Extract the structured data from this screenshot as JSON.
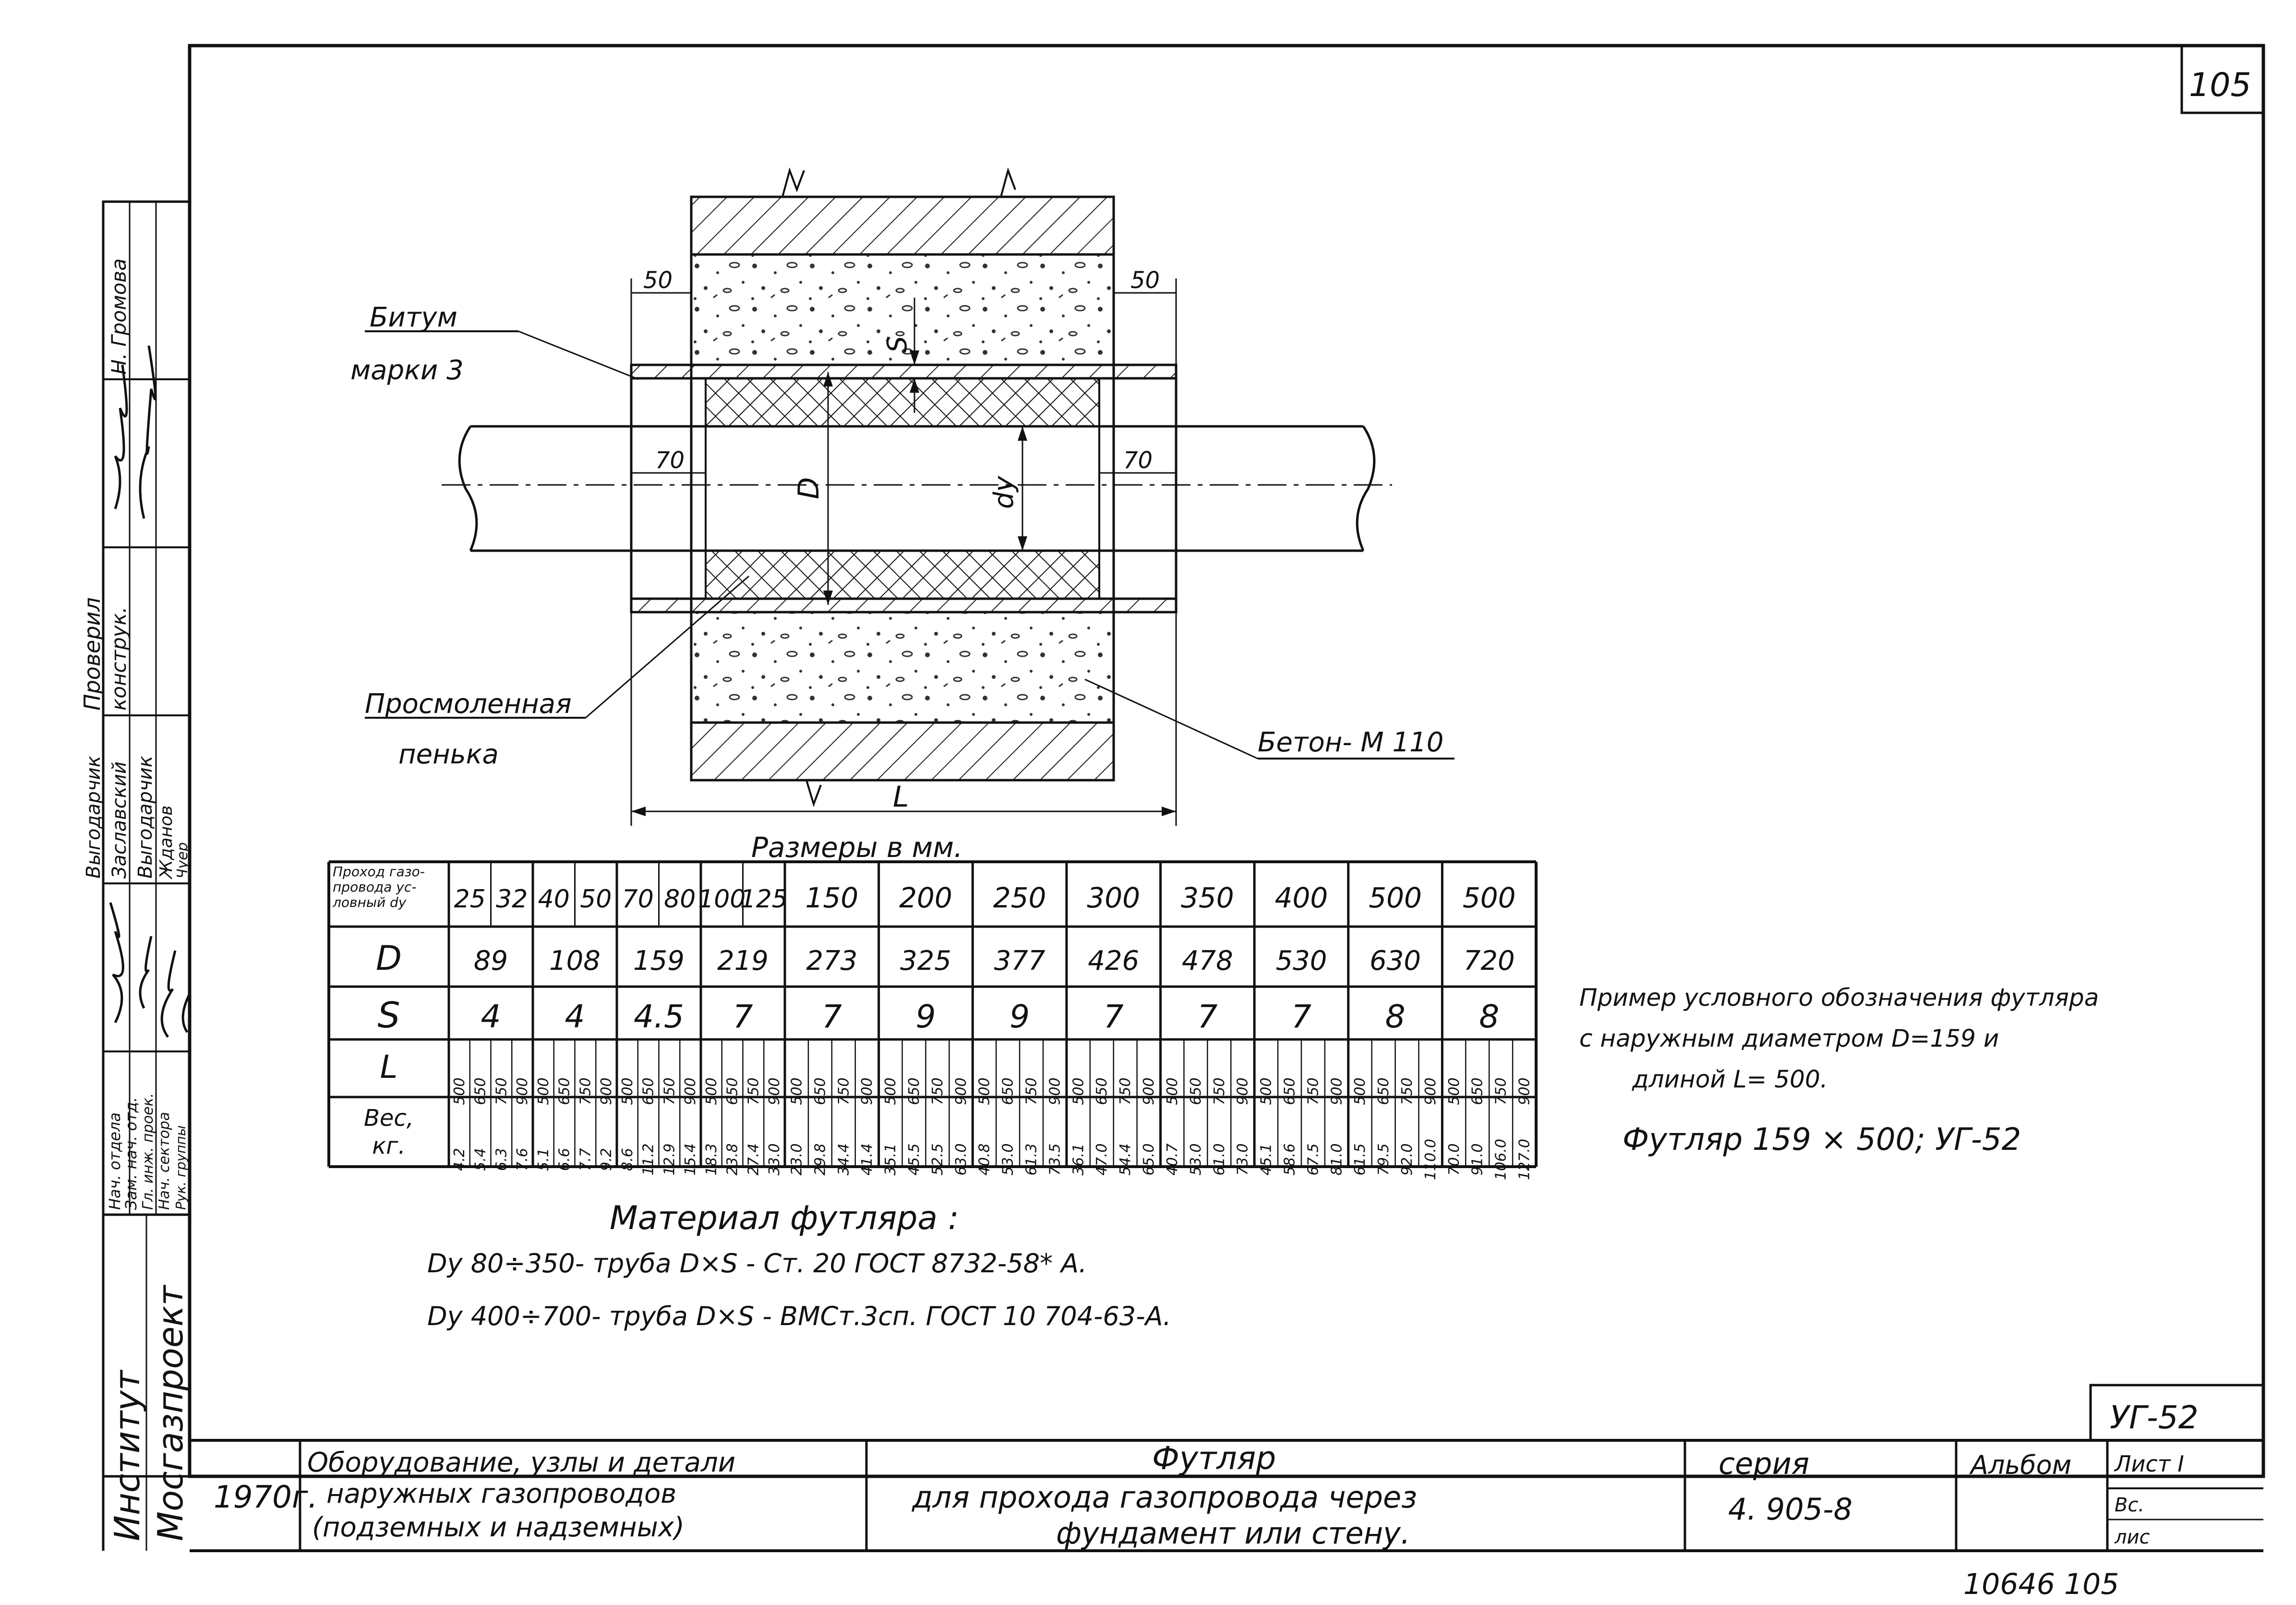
{
  "sheet_number": "105",
  "drawing_code": "УГ-52",
  "bottom_number": "10646  105",
  "labels": {
    "bitumen_1": "Битум",
    "bitumen_2": "марки 3",
    "tarred_1": "Просмоленная",
    "tarred_2": "пенька",
    "concrete": "Бетон- М 110",
    "dim_50": "50",
    "dim_70": "70",
    "dim_L": "L",
    "dim_D": "D",
    "dim_dy": "dy",
    "dim_S": "S",
    "sizes_note": "Размеры в мм."
  },
  "table": {
    "header_label": [
      "Проход газо-",
      "провода ус-",
      "ловный dy"
    ],
    "dy": [
      "25",
      "32",
      "40",
      "50",
      "70",
      "80",
      "100",
      "125",
      "150",
      "200",
      "250",
      "300",
      "350",
      "400",
      "500",
      "500"
    ],
    "D_symbol": "D",
    "S_symbol": "S",
    "L_symbol": "L",
    "weight_label": [
      "Вес,",
      "кг."
    ],
    "groups": [
      {
        "D": "89",
        "S": "4",
        "L": [
          "500",
          "650",
          "750",
          "900"
        ],
        "w": [
          "4.2",
          "5.4",
          "6.3",
          "7.6"
        ]
      },
      {
        "D": "108",
        "S": "4",
        "L": [
          "500",
          "650",
          "750",
          "900"
        ],
        "w": [
          "5.1",
          "6.6",
          "7.7",
          "9.2"
        ]
      },
      {
        "D": "159",
        "S": "4.5",
        "L": [
          "500",
          "650",
          "750",
          "900"
        ],
        "w": [
          "8.6",
          "11.2",
          "12.9",
          "15.4"
        ]
      },
      {
        "D": "219",
        "S": "7",
        "L": [
          "500",
          "650",
          "750",
          "900"
        ],
        "w": [
          "18.3",
          "23.8",
          "27.4",
          "33.0"
        ]
      },
      {
        "D": "273",
        "S": "7",
        "L": [
          "500",
          "650",
          "750",
          "900"
        ],
        "w": [
          "23.0",
          "29.8",
          "34.4",
          "41.4"
        ]
      },
      {
        "D": "325",
        "S": "9",
        "L": [
          "500",
          "650",
          "750",
          "900"
        ],
        "w": [
          "35.1",
          "45.5",
          "52.5",
          "63.0"
        ]
      },
      {
        "D": "377",
        "S": "9",
        "L": [
          "500",
          "650",
          "750",
          "900"
        ],
        "w": [
          "40.8",
          "53.0",
          "61.3",
          "73.5"
        ]
      },
      {
        "D": "426",
        "S": "7",
        "L": [
          "500",
          "650",
          "750",
          "900"
        ],
        "w": [
          "36.1",
          "47.0",
          "54.4",
          "65.0"
        ]
      },
      {
        "D": "478",
        "S": "7",
        "L": [
          "500",
          "650",
          "750",
          "900"
        ],
        "w": [
          "40.7",
          "53.0",
          "61.0",
          "73.0"
        ]
      },
      {
        "D": "530",
        "S": "7",
        "L": [
          "500",
          "650",
          "750",
          "900"
        ],
        "w": [
          "45.1",
          "58.6",
          "67.5",
          "81.0"
        ]
      },
      {
        "D": "630",
        "S": "8",
        "L": [
          "500",
          "650",
          "750",
          "900"
        ],
        "w": [
          "61.5",
          "79.5",
          "92.0",
          "110.0"
        ]
      },
      {
        "D": "720",
        "S": "8",
        "L": [
          "500",
          "650",
          "750",
          "900"
        ],
        "w": [
          "70.0",
          "91.0",
          "106.0",
          "127.0"
        ]
      }
    ]
  },
  "material": {
    "title": "Материал футляра :",
    "line1": "Dy 80÷350- труба D×S - Cт. 20 ГОСТ 8732-58* А.",
    "line2": "Dy 400÷700- труба D×S - BMCт.3сп. ГОСТ 10 704-63-А."
  },
  "example": {
    "line1": "Пример условного обозначения футляра",
    "line2": "с наружным диаметром D=159 и",
    "line3": "длиной L= 500.",
    "designation": "Футляр  159 × 500; УГ-52"
  },
  "title_block": {
    "year": "1970г.",
    "equipment_1": "Оборудование, узлы и детали",
    "equipment_2": "наружных газопроводов",
    "equipment_3": "(подземных и надземных)",
    "title_1": "Футляр",
    "title_2": "для прохода газопровода через",
    "title_3": "фундамент или стену.",
    "series_label": "серия",
    "series_value": "4. 905-8",
    "album_label": "Альбом",
    "sheet_label": "Лист I",
    "sheet_sub_1": "Вс.",
    "sheet_sub_2": "лис"
  },
  "left_strip": {
    "institute": "Институт",
    "org": "Мосгазпроект",
    "roles": [
      "Нач. отдела",
      "Зам. нач. отд.",
      "Гл. инж. проек.",
      "Нач. сектора",
      "Рук. группы"
    ],
    "names_1": [
      "Выгодарчик",
      "Заславский",
      "Выгодарчик",
      "Жданов",
      "Чуер"
    ],
    "checked": [
      "Проверил",
      "конструк."
    ],
    "signature_names": [
      "Н. Громова"
    ]
  }
}
